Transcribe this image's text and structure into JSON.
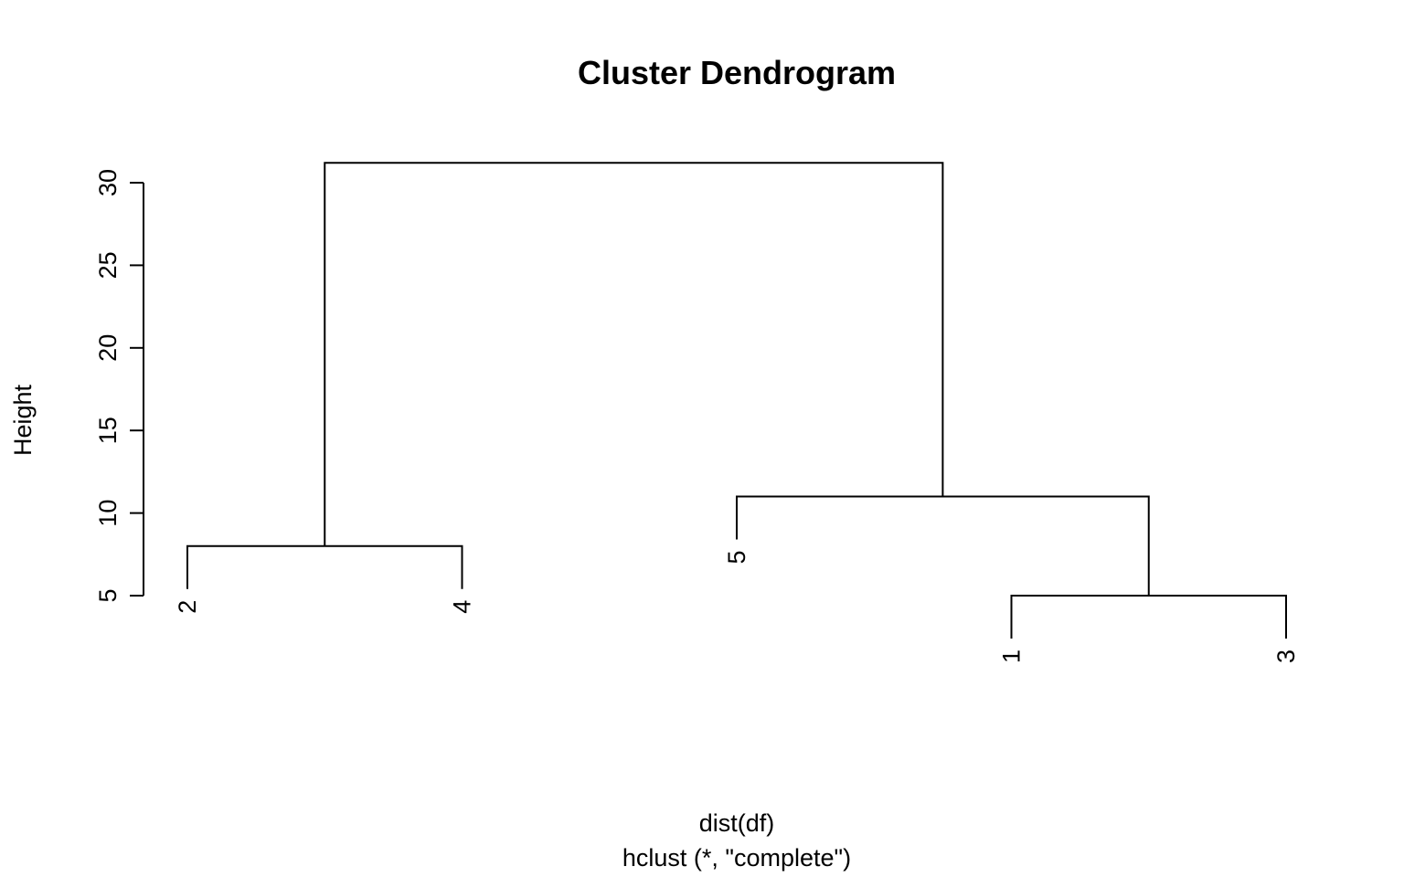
{
  "chart_data": {
    "type": "dendrogram",
    "title": "Cluster Dendrogram",
    "xlabel": "dist(df)",
    "sublabel": "hclust (*, \"complete\")",
    "ylabel": "Height",
    "ylim": [
      5,
      30
    ],
    "yticks": [
      "5",
      "10",
      "15",
      "20",
      "25",
      "30"
    ],
    "leaf_order": [
      "2",
      "4",
      "5",
      "1",
      "3"
    ],
    "merges": [
      {
        "left": "1",
        "right": "3",
        "height": 5.0
      },
      {
        "left": "2",
        "right": "4",
        "height": 8.0
      },
      {
        "left": "5",
        "right": "1+3",
        "height": 11.0
      },
      {
        "left": "2+4",
        "right": "5+1+3",
        "height": 31.2
      }
    ],
    "leaf_heights": {
      "2": 8.0,
      "4": 8.0,
      "5": 11.0,
      "1": 5.0,
      "3": 5.0
    },
    "grid": false
  }
}
